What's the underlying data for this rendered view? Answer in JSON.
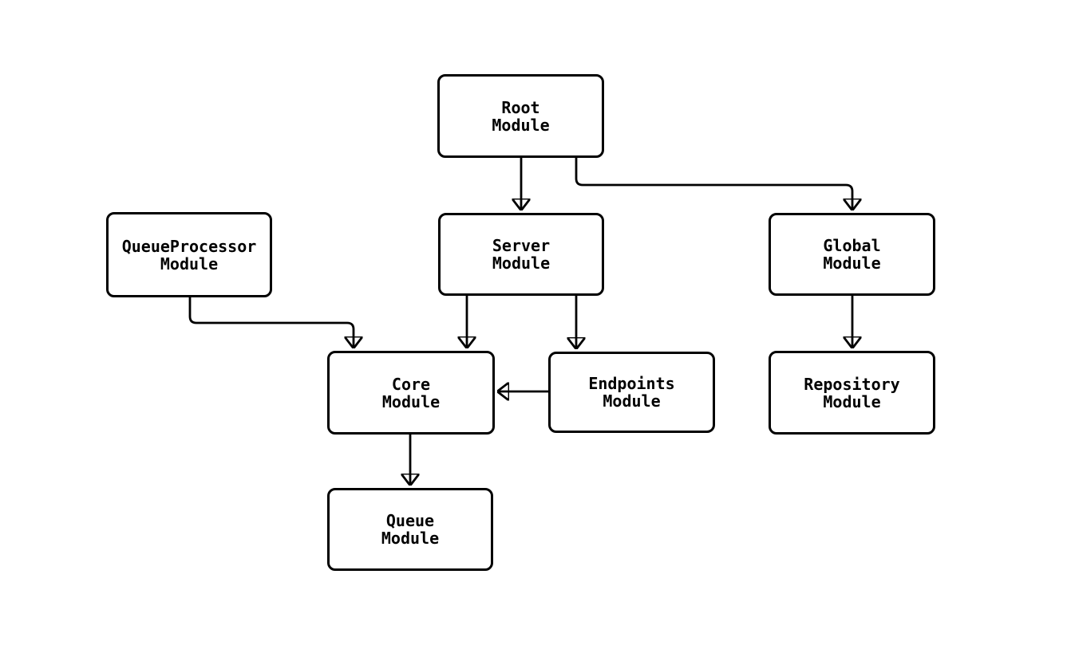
{
  "diagram": {
    "type": "module-dependency-flowchart",
    "background_color": "#ffffff",
    "node_border_color": "#000000",
    "node_fill_color": "#ffffff",
    "text_color": "#000000",
    "nodes": [
      {
        "id": "root",
        "label": "Root\nModule"
      },
      {
        "id": "queueprocessor",
        "label": "QueueProcessor\nModule"
      },
      {
        "id": "server",
        "label": "Server\nModule"
      },
      {
        "id": "global",
        "label": "Global\nModule"
      },
      {
        "id": "core",
        "label": "Core\nModule"
      },
      {
        "id": "endpoints",
        "label": "Endpoints\nModule"
      },
      {
        "id": "repository",
        "label": "Repository\nModule"
      },
      {
        "id": "queue",
        "label": "Queue\nModule"
      }
    ],
    "edges": [
      {
        "from": "root",
        "to": "server"
      },
      {
        "from": "root",
        "to": "global"
      },
      {
        "from": "queueprocessor",
        "to": "core"
      },
      {
        "from": "server",
        "to": "core"
      },
      {
        "from": "server",
        "to": "endpoints"
      },
      {
        "from": "endpoints",
        "to": "core"
      },
      {
        "from": "global",
        "to": "repository"
      },
      {
        "from": "core",
        "to": "queue"
      }
    ]
  }
}
